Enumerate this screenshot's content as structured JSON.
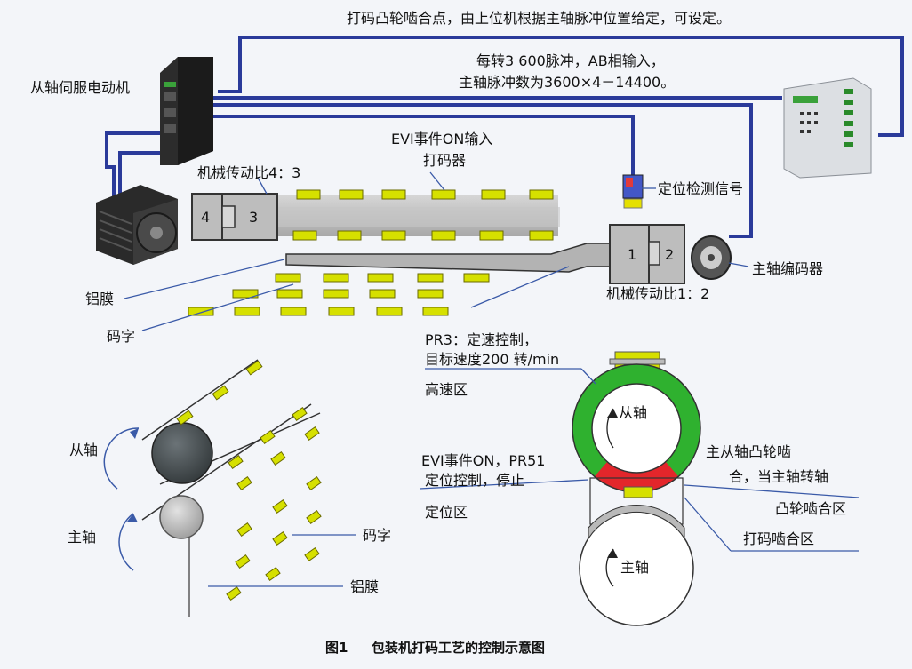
{
  "labels": {
    "top_note": "打码凸轮啮合点，由上位机根据主轴脉冲位置给定，可设定。",
    "pulse_line1": "每转3 600脉冲，AB相输入，",
    "pulse_line2": "主轴脉冲数为3600×4－14400。",
    "servo_motor": "从轴伺服电动机",
    "evi_input": "EVI事件ON输入",
    "printer": "打码器",
    "gear_ratio_left": "机械传动比4：3",
    "position_signal": "定位检测信号",
    "main_encoder": "主轴编码器",
    "foil_top": "铝膜",
    "gear_ratio_right": "机械传动比1：2",
    "code_top": "码字",
    "pr3_line1": "PR3：定速控制，",
    "pr3_line2": "目标速度200 转/min",
    "high_speed_zone": "高速区",
    "slave_shaft_circle": "从轴",
    "cam_line1": "主从轴凸轮啮",
    "cam_line2": "合，当主轴转轴",
    "cam_zone": "凸轮啮合区",
    "evi_line1": "EVI事件ON，PR51",
    "evi_line2": "定位控制，停止",
    "positioning_zone": "定位区",
    "print_zone": "打码啮合区",
    "main_shaft_circle": "主轴",
    "slave_shaft_left": "从轴",
    "main_shaft_left": "主轴",
    "code_bottom": "码字",
    "foil_bottom": "铝膜",
    "gear_num_4": "4",
    "gear_num_3": "3",
    "gear_num_1": "1",
    "gear_num_2": "2",
    "caption_prefix": "图1",
    "caption_text": "包装机打码工艺的控制示意图"
  },
  "colors": {
    "cable": "#2a3a9a",
    "code_mark": "#d6e000",
    "green_ring": "#2fb12f",
    "red_arc": "#e3262b",
    "gray_block": "#b9b9b9"
  }
}
